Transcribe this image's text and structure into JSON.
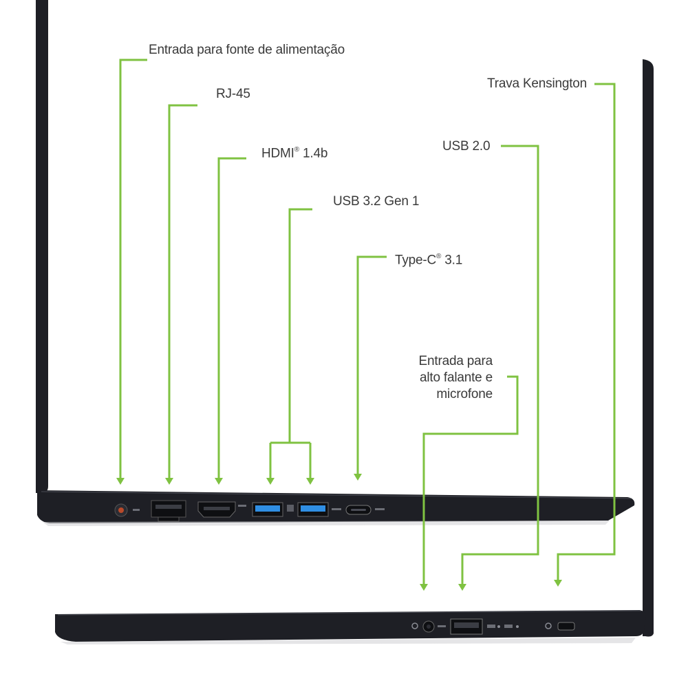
{
  "colors": {
    "callout_line": "#7fc241",
    "laptop_body": "#1e1f25",
    "laptop_edge": "#33353d",
    "port_blue": "#2f8ee3",
    "label_text": "#3a3a3a"
  },
  "labels": {
    "power": "Entrada para fonte de alimentação",
    "rj45": "RJ-45",
    "hdmi": "HDMI",
    "hdmi_reg": "®",
    "hdmi_version": " 1.4b",
    "usb32": "USB 3.2 Gen 1",
    "typec": "Type-C",
    "typec_reg": "®",
    "typec_version": " 3.1",
    "audio_line1": "Entrada para",
    "audio_line2": "alto falante e",
    "audio_line3": "microfone",
    "usb20": "USB 2.0",
    "kensington": "Trava Kensington"
  },
  "icons": [
    "dc-power-icon",
    "ethernet-port-icon",
    "hdmi-port-icon",
    "usb-a-blue-port-icon",
    "usb-c-port-icon",
    "headset-jack-icon",
    "usb-a-port-icon",
    "kensington-lock-icon"
  ]
}
